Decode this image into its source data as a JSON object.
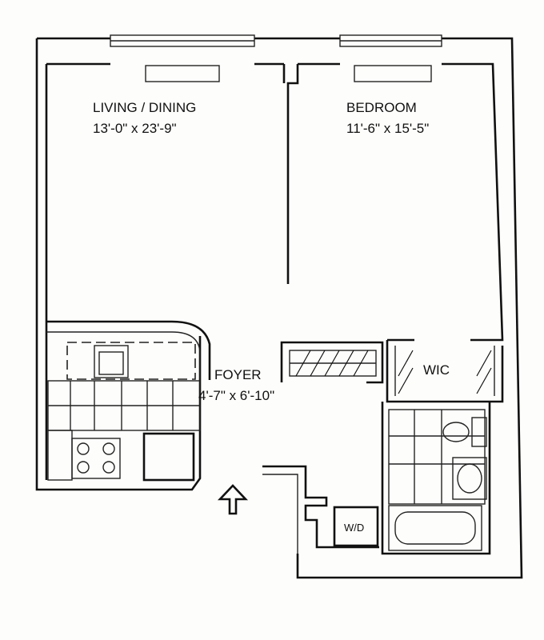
{
  "rooms": {
    "living": {
      "name": "LIVING / DINING",
      "size": "13'-0\" x 23'-9\""
    },
    "bedroom": {
      "name": "BEDROOM",
      "size": "11'-6\" x 15'-5\""
    },
    "foyer": {
      "name": "FOYER",
      "size": "4'-7\" x 6'-10\""
    },
    "wic": {
      "name": "WIC"
    },
    "wd": {
      "name": "W/D"
    }
  },
  "icons": {
    "entry": "up-arrow-icon"
  }
}
